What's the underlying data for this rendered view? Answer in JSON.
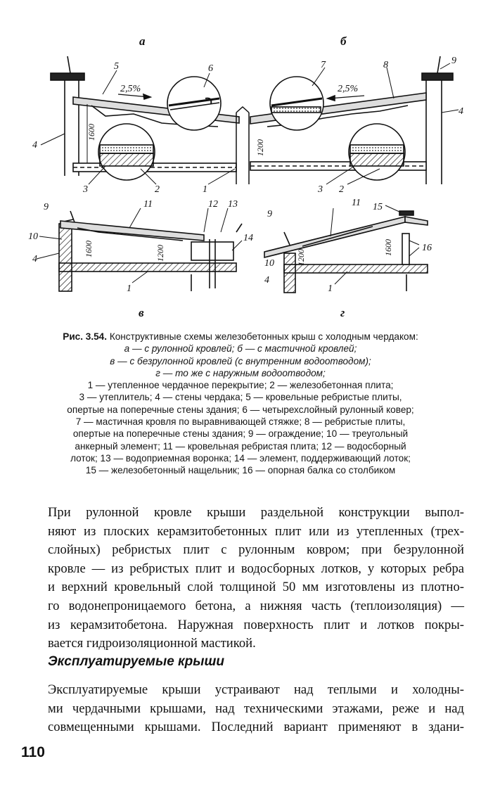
{
  "figure": {
    "panel_labels": {
      "a": "а",
      "b": "б",
      "v": "в",
      "g": "г"
    },
    "slope_a": "2,5%",
    "slope_b": "2,5%",
    "dims": {
      "a_height": "1600",
      "center_height": "1200",
      "v_1600": "1600",
      "v_1200": "1200",
      "g_1200": "1200",
      "g_1600": "1600"
    },
    "callouts": {
      "a": [
        "5",
        "6",
        "4",
        "3",
        "2",
        "1"
      ],
      "b": [
        "7",
        "8",
        "9",
        "4",
        "3",
        "2"
      ],
      "v": [
        "9",
        "11",
        "12",
        "13",
        "10",
        "4",
        "14",
        "1"
      ],
      "g": [
        "9",
        "11",
        "15",
        "16",
        "10",
        "4",
        "1"
      ]
    }
  },
  "caption": {
    "fig_number": "Рис. 3.54.",
    "title": "Конструктивные схемы железобетонных крыш с холодным чердаком:",
    "variants": [
      "а — с рулонной кровлей; б — с мастичной кровлей;",
      "в — с безрулонной кровлей (с внутренним водоотводом);",
      "г — то же с наружным водоотводом;"
    ],
    "legend_lines": [
      "1 — утепленное чердачное перекрытие; 2 — железобетонная плита;",
      "3 — утеплитель; 4 — стены чердака; 5 — кровельные ребристые плиты,",
      "опертые на поперечные стены здания; 6 — четырехслойный рулонный ковер;",
      "7 — мастичная кровля по выравнивающей стяжке; 8 — ребристые плиты,",
      "опертые на поперечные стены здания; 9 — ограждение; 10 — треугольный",
      "анкерный элемент; 11 — кровельная ребристая плита; 12 — водосборный",
      "лоток; 13 — водоприемная воронка; 14 — элемент, поддерживающий лоток;",
      "15 — железобетонный нащельник; 16 — опорная балка со столбиком"
    ]
  },
  "paragraph1": [
    "При рулонной кровле крыши раздельной конструкции выпол-",
    "няют из плоских керамзитобетонных плит или из утепленных (трех-",
    "слойных) ребристых плит с рулонным ковром; при безрулонной",
    "кровле — из ребристых плит и водосборных лотков, у которых ребра",
    "и верхний кровельный слой толщиной 50 мм изготовлены из плотно-",
    "го водонепроницаемого бетона, а нижняя часть (теплоизоляция) —",
    "из керамзитобетона. Наружная поверхность плит и лотков покры-",
    "вается гидроизоляционной мастикой."
  ],
  "heading": "Эксплуатируемые крыши",
  "paragraph2": [
    "Эксплуатируемые крыши устраивают над теплыми и холодны-",
    "ми чердачными крышами, над техническими этажами, реже и над",
    "совмещенными крышами. Последний вариант применяют в здани-"
  ],
  "page_number": "110"
}
